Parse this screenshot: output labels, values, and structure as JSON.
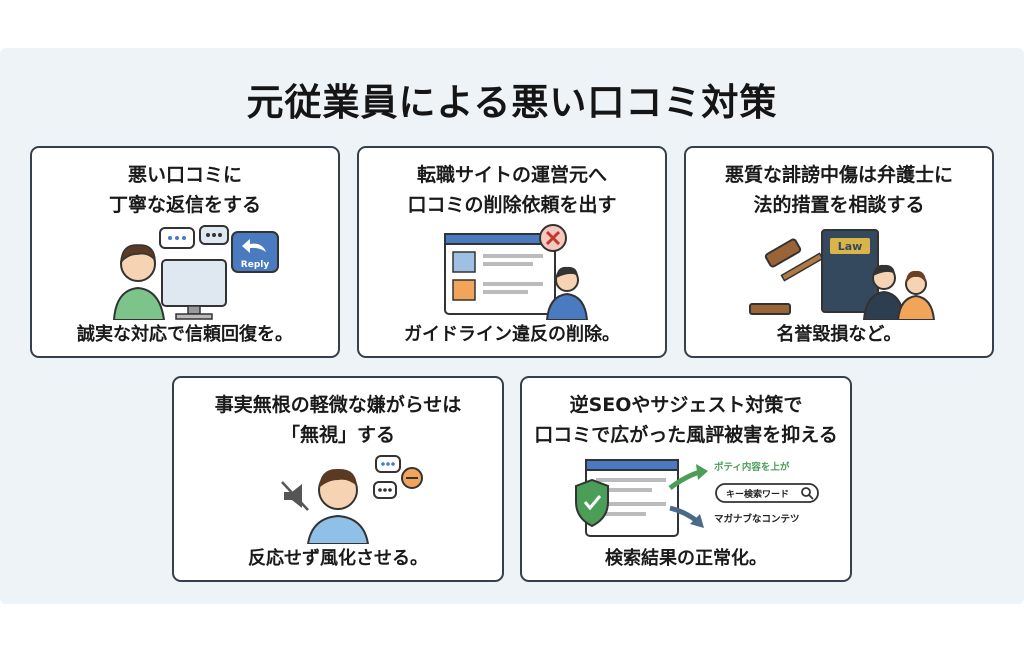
{
  "title": "元従業員による悪い口コミ対策",
  "cards": [
    {
      "title_lines": [
        "悪い口コミに",
        "丁寧な返信をする"
      ],
      "caption": "誠実な対応で信頼回復を。",
      "illustration": "person-at-computer-replying",
      "reply_label": "Reply"
    },
    {
      "title_lines": [
        "転職サイトの運営元へ",
        "口コミの削除依頼を出す"
      ],
      "caption": "ガイドライン違反の削除。",
      "illustration": "website-with-delete-mark-and-staff"
    },
    {
      "title_lines": [
        "悪質な誹謗中傷は弁護士に",
        "法的措置を相談する"
      ],
      "caption": "名誉毀損など。",
      "illustration": "gavel-law-book-lawyer-client",
      "book_label": "Law"
    },
    {
      "title_lines": [
        "事実無根の軽微な嫌がらせは",
        "「無視」する"
      ],
      "caption": "反応せず風化させる。",
      "illustration": "person-ignoring-muted-speech"
    },
    {
      "title_lines": [
        "逆SEOやサジェスト対策で",
        "口コミで広がった風評被害を抑える"
      ],
      "caption": "検索結果の正常化。",
      "illustration": "search-results-shield-arrows",
      "up_label": "ポティ内容を上が",
      "search_label": "キー検索ワード",
      "down_label": "マガナブなコンテツ"
    }
  ],
  "colors": {
    "background": "#eef3f8",
    "card_border": "#36404c",
    "accent_blue": "#4a7bc0",
    "accent_orange": "#f2a55a",
    "accent_green": "#4a9e57"
  }
}
